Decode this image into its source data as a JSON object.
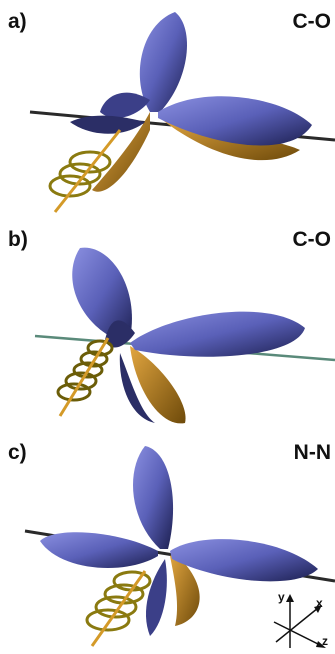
{
  "panels": [
    {
      "letter": "a)",
      "bond": "C-O"
    },
    {
      "letter": "b)",
      "bond": "C-O"
    },
    {
      "letter": "c)",
      "bond": "N-N"
    }
  ],
  "axes": {
    "y": "y",
    "x": "x",
    "z": "z"
  },
  "colors": {
    "lobe_blue": "#5a60b8",
    "lobe_orange": "#c88a1c",
    "spring": "#8a7a10",
    "axis_line": "#2a2a2a"
  }
}
